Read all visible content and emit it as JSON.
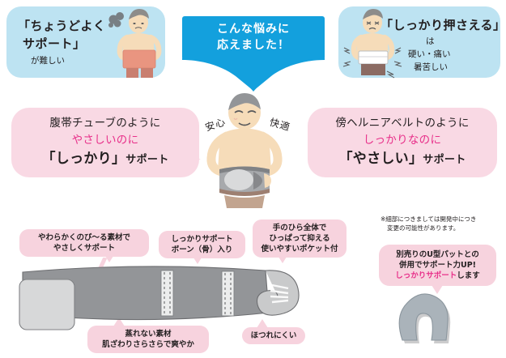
{
  "problems": {
    "left": {
      "quote_line1": "「ちょうどよく",
      "quote_line2": "サポート」",
      "sub": "が難しい",
      "figure_name": "troubled-man-with-soft-band"
    },
    "right": {
      "quote": "「しっかり押さえる」",
      "particle": "は",
      "sub_line1": "硬い・痛い",
      "sub_line2": "暑苦しい",
      "figure_name": "man-in-pain-with-hard-belt"
    }
  },
  "banner": {
    "line1": "こんな悩みに",
    "line2": "応えました！",
    "color": "#13a0dd",
    "arrow": "down-arrow"
  },
  "solutions": {
    "left": {
      "line1": "腹帯チューブのように",
      "line2": "やさしいのに",
      "line3_quote": "「しっかり」",
      "line3_suffix": "サポート"
    },
    "right": {
      "line1": "傍ヘルニアベルトのように",
      "line2": "しっかりなのに",
      "line3_quote": "「やさしい」",
      "line3_suffix": "サポート"
    },
    "highlight_color": "#e8308a",
    "bubble_color": "#f9d9e4"
  },
  "center_figure": {
    "label_left": "安心",
    "label_right": "快適",
    "name": "smiling-man-wearing-belt"
  },
  "product": {
    "name": "abdominal-support-belt",
    "callouts": {
      "soft": {
        "line1": "やわらかくのび～る素材で",
        "line2": "やさしくサポート"
      },
      "bone": {
        "line1": "しっかりサポート",
        "line2": "ボーン（骨）入り"
      },
      "pocket": {
        "line1": "手のひら全体で",
        "line2": "ひっぱって抑える",
        "line3": "使いやすいポケット付"
      },
      "breathable": {
        "line1": "蒸れない素材",
        "line2": "肌ざわりさらさらで爽やか"
      },
      "fray": {
        "line1": "ほつれにくい"
      }
    }
  },
  "upad": {
    "disclaimer_line1": "※細部につきましては開発中につき",
    "disclaimer_line2": "変更の可能性があります。",
    "callout_line1": "別売りのU型パットとの",
    "callout_line2": "併用でサポート力UP!",
    "callout_line3_hl": "しっかりサポート",
    "callout_line3_rest": "します",
    "figure_name": "u-shaped-pad"
  }
}
